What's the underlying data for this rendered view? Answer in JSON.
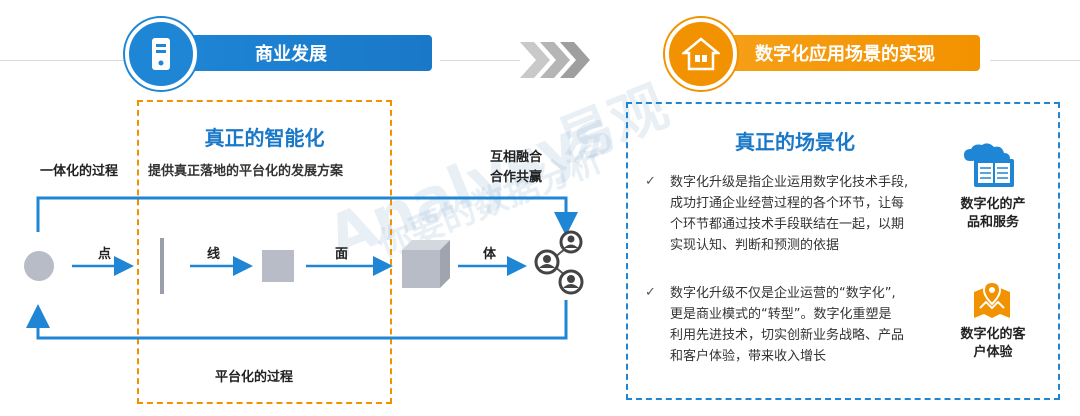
{
  "left_section": {
    "banner_title": "商业发展",
    "box_title": "真正的智能化",
    "left_label": "一体化的过程",
    "box_subtitle": "提供真正落地的平台化的发展方案",
    "right_label_line1": "互相融合",
    "right_label_line2": "合作共赢",
    "bottom_label": "平台化的过程",
    "steps": [
      "点",
      "线",
      "面",
      "体"
    ]
  },
  "right_section": {
    "banner_title": "数字化应用场景的实现",
    "box_title": "真正的场景化",
    "bullets": [
      {
        "check": "✓",
        "lines": [
          "数字化升级是指企业运用数字化技术手段,",
          "成功打通企业经营过程的各个环节，让每",
          "个环节都通过技术手段联结在一起，以期",
          "实现认知、判断和预测的依据"
        ]
      },
      {
        "check": "✓",
        "lines": [
          "数字化升级不仅是企业运营的“数字化”,",
          "更是商业模式的“转型”。数字化重塑是",
          "利用先进技术，切实创新业务战略、产品",
          "和客户体验，带来收入增长"
        ]
      }
    ],
    "side_items": [
      {
        "line1": "数字化的产",
        "line2": "品和服务"
      },
      {
        "line1": "数字化的客",
        "line2": "户体验"
      }
    ]
  },
  "watermark": {
    "brand_cn": "易观",
    "brand_en": "Analysys",
    "slogan": "你要的数据分析"
  },
  "colors": {
    "blue": "#1f86d6",
    "orange": "#f39200",
    "gray_shape": "#b8bcc6",
    "arrow_blue": "#1f86d6"
  }
}
